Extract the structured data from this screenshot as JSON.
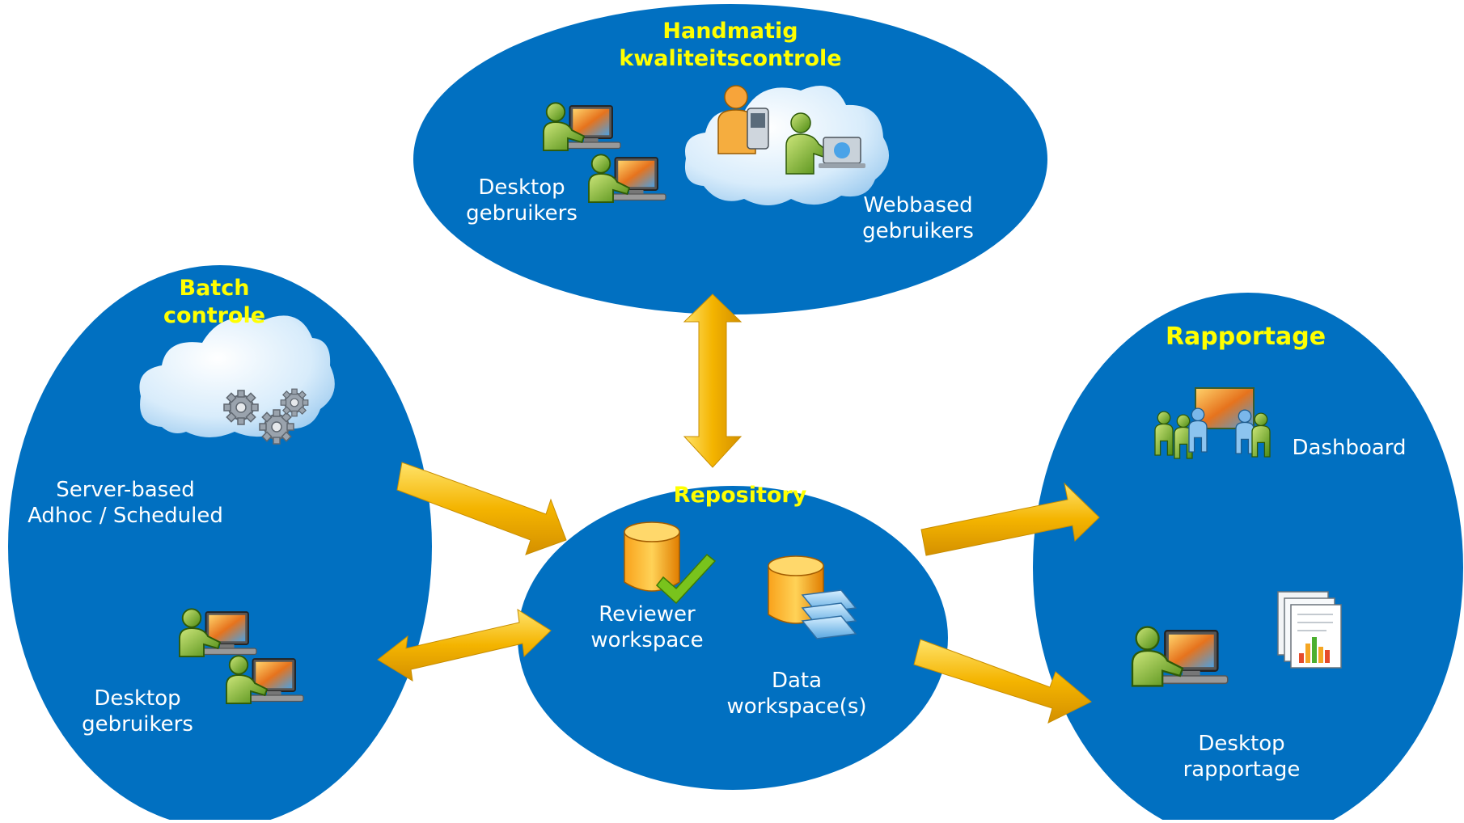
{
  "colors": {
    "ellipse_fill": "#0170c1",
    "title_color": "#ffff00",
    "label_color": "#ffffff",
    "arrow_color": "#f2b400"
  },
  "top": {
    "title": "Handmatig\nkwaliteitscontrole",
    "desktop_label": "Desktop\ngebruikers",
    "web_label": "Webbased\ngebruikers"
  },
  "left": {
    "title": "Batch\ncontrole",
    "server_label": "Server-based\nAdhoc / Scheduled",
    "desktop_label": "Desktop\ngebruikers"
  },
  "center": {
    "title": "Repository",
    "reviewer_label": "Reviewer\nworkspace",
    "data_label": "Data\nworkspace(s)"
  },
  "right": {
    "title": "Rapportage",
    "dashboard_label": "Dashboard",
    "desktop_label": "Desktop\nrapportage"
  },
  "icons": [
    "desktop-users-icon",
    "cloud-icon",
    "mobile-user-icon",
    "web-user-icon",
    "gears-icon",
    "database-check-icon",
    "database-layers-icon",
    "dashboard-presentation-icon",
    "report-document-icon",
    "chart-icon"
  ]
}
